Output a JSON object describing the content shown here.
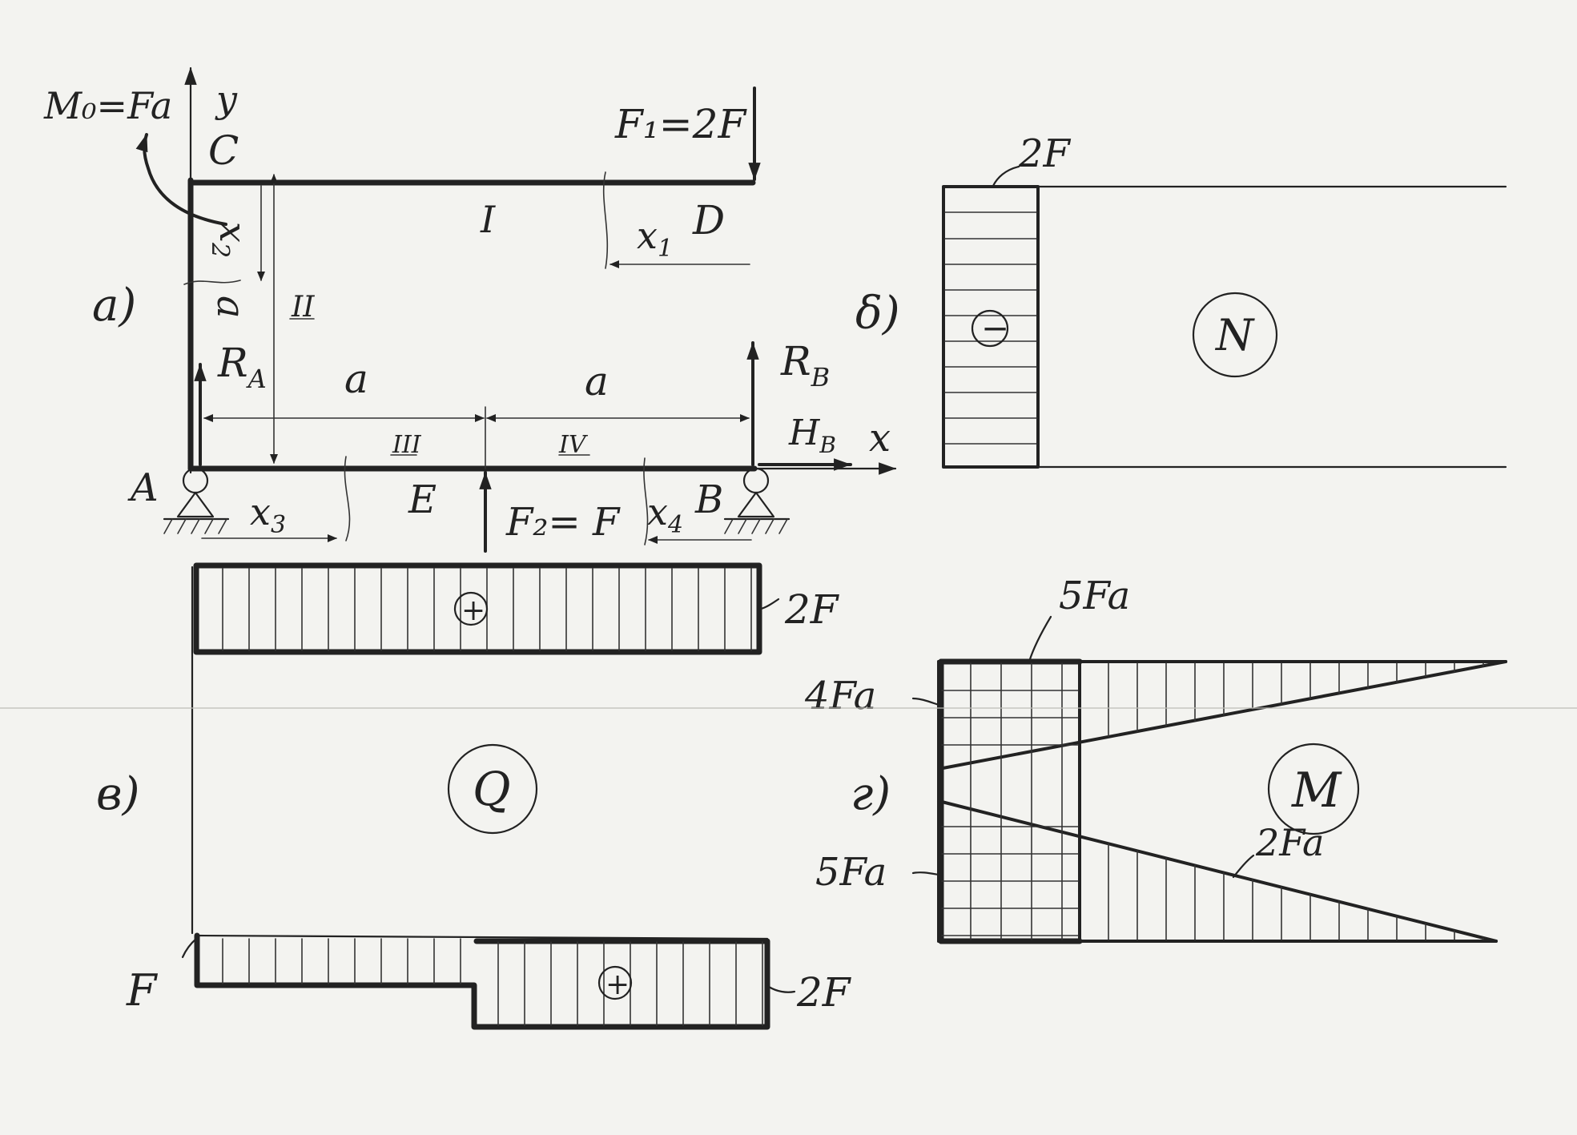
{
  "panels": {
    "a": "a)",
    "b": "δ)",
    "c": "в)",
    "d": "г)"
  },
  "frame": {
    "moment": "M₀=Fa",
    "axis_y": "y",
    "axis_x": "x",
    "point_c": "C",
    "point_d": "D",
    "point_a": "A",
    "point_b": "B",
    "point_e": "E",
    "force_f1": "F₁=2F",
    "force_f2": "F₂= F",
    "reaction_ra": "R",
    "reaction_ra_sub": "A",
    "reaction_rb": "R",
    "reaction_rb_sub": "B",
    "reaction_hb": "H",
    "reaction_hb_sub": "B",
    "dim_a1": "a",
    "dim_a2": "a",
    "dim_a_vert": "a",
    "section_1": "I",
    "section_2": "II",
    "section_3": "III",
    "section_4": "IV",
    "coord_x1": "x",
    "coord_x1_sub": "1",
    "coord_x2": "x",
    "coord_x2_sub": "2",
    "coord_x3": "x",
    "coord_x3_sub": "3",
    "coord_x4": "x",
    "coord_x4_sub": "4"
  },
  "diagram_n": {
    "symbol": "N",
    "value_label": "2F",
    "sign": "−"
  },
  "diagram_q": {
    "symbol": "Q",
    "top_value": "2F",
    "bottom_left_value": "F",
    "bottom_right_value": "2F",
    "sign": "+"
  },
  "diagram_m": {
    "symbol": "M",
    "label_5fa_top": "5Fa",
    "label_4fa": "4Fa",
    "label_5fa_left": "5Fa",
    "label_2fa": "2Fa"
  }
}
